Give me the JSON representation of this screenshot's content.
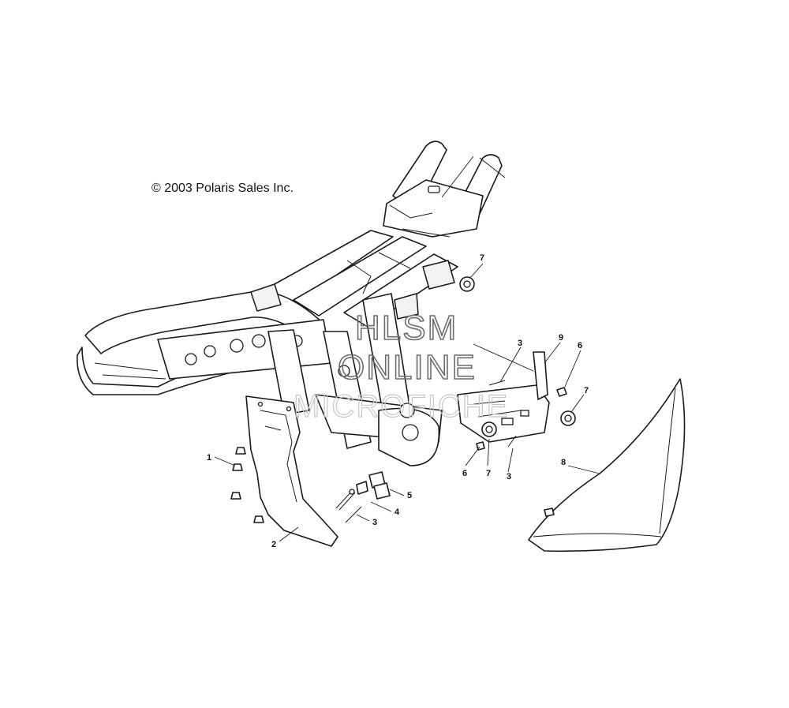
{
  "diagram": {
    "copyright": "© 2003 Polaris Sales Inc.",
    "watermark": {
      "line1": "HLSM",
      "line2": "ONLINE",
      "line3": "MICROFICHE"
    },
    "callouts": {
      "c1": "1",
      "c2": "2",
      "c3a": "3",
      "c3b": "3",
      "c3c": "3",
      "c4": "4",
      "c5": "5",
      "c6a": "6",
      "c6b": "6",
      "c7a": "7",
      "c7b": "7",
      "c7c": "7",
      "c8": "8",
      "c9": "9"
    }
  }
}
